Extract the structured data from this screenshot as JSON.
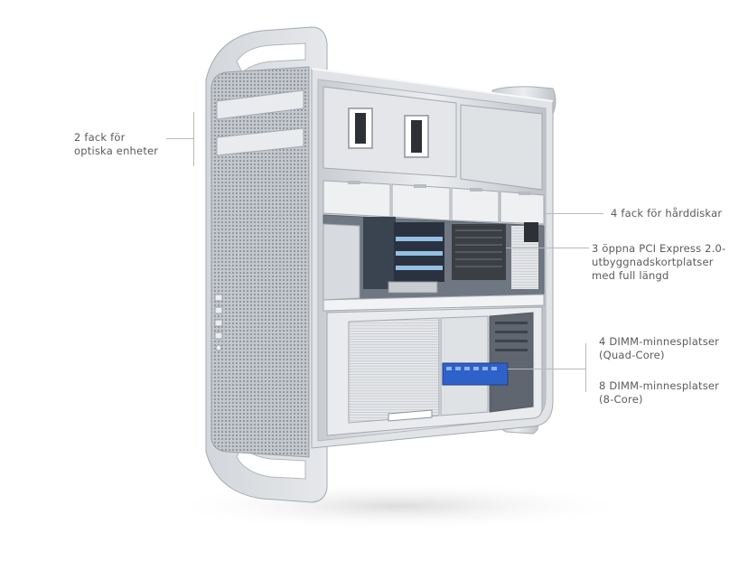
{
  "callouts": {
    "optical_bays": {
      "lines": [
        "2 fack för",
        "optiska enheter"
      ]
    },
    "hard_drive_bays": {
      "lines": [
        "4 fack för hårddiskar"
      ]
    },
    "pcie_slots": {
      "lines": [
        "3 öppna PCI Express 2.0-",
        "utbyggnadskortplatser",
        "med full längd"
      ]
    },
    "dimm_quad": {
      "lines": [
        "4 DIMM-minnesplatser",
        "(Quad-Core)"
      ]
    },
    "dimm_8core": {
      "lines": [
        "8 DIMM-minnesplatser",
        "(8-Core)"
      ]
    }
  },
  "colors": {
    "aluminum": "#d9dce0",
    "aluminum_dark": "#aeb3b9",
    "interior": "#eef0f2",
    "ram_blue": "#2f62c8",
    "board_dark": "#303742"
  }
}
